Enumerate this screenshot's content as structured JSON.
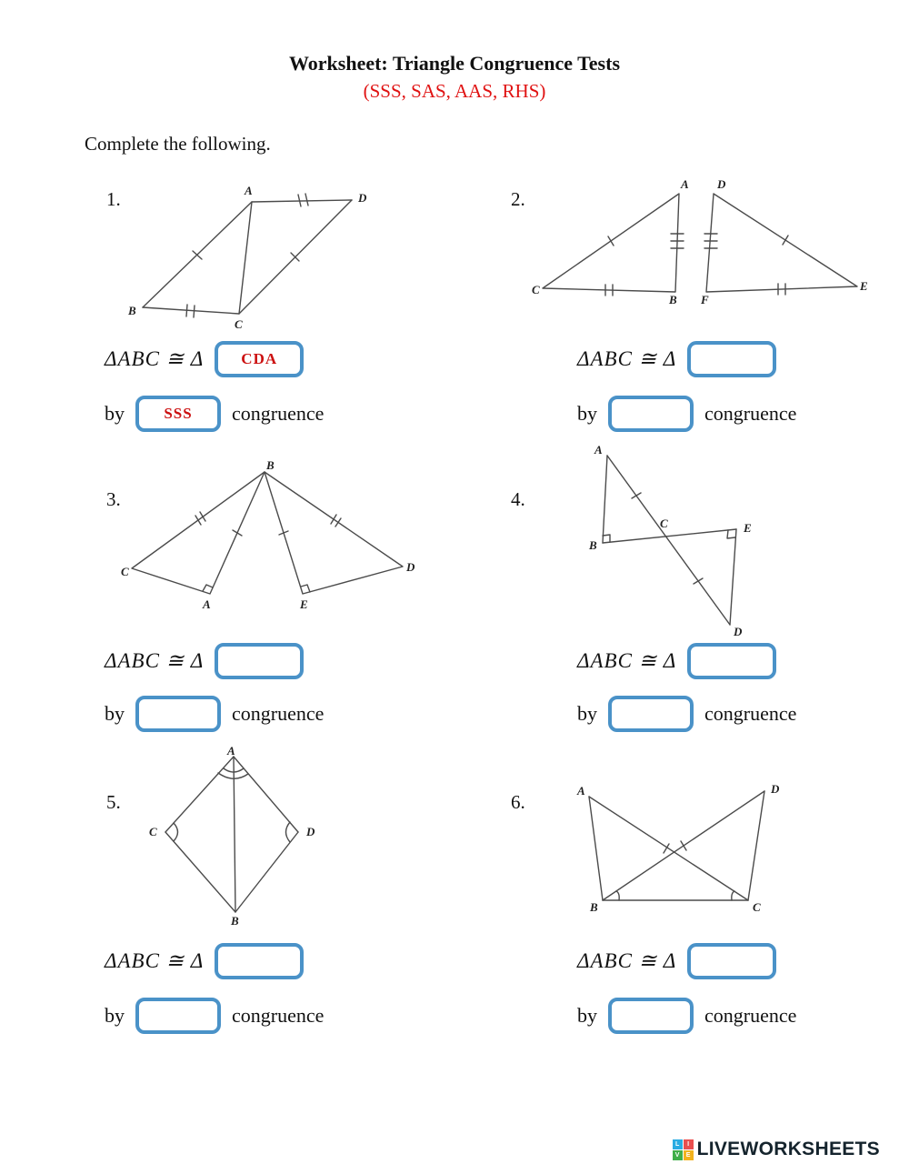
{
  "header": {
    "title": "Worksheet: Triangle Congruence Tests",
    "subtitle": "(SSS, SAS, AAS, RHS)",
    "instruction": "Complete the following."
  },
  "problems": [
    {
      "number": "1.",
      "statement": "ΔABC ≅ Δ",
      "answer": "CDA",
      "method": "SSS",
      "by": "by",
      "congruence": "congruence",
      "vertices": {
        "A": "A",
        "B": "B",
        "C": "C",
        "D": "D"
      }
    },
    {
      "number": "2.",
      "statement": "ΔABC ≅ Δ",
      "answer": "",
      "method": "",
      "by": "by",
      "congruence": "congruence",
      "vertices": {
        "A": "A",
        "B": "B",
        "C": "C",
        "D": "D",
        "E": "E",
        "F": "F"
      }
    },
    {
      "number": "3.",
      "statement": "ΔABC ≅ Δ",
      "answer": "",
      "method": "",
      "by": "by",
      "congruence": "congruence",
      "vertices": {
        "A": "A",
        "B": "B",
        "C": "C",
        "D": "D",
        "E": "E"
      }
    },
    {
      "number": "4.",
      "statement": "ΔABC ≅ Δ",
      "answer": "",
      "method": "",
      "by": "by",
      "congruence": "congruence",
      "vertices": {
        "A": "A",
        "B": "B",
        "C": "C",
        "D": "D",
        "E": "E"
      }
    },
    {
      "number": "5.",
      "statement": "ΔABC ≅ Δ",
      "answer": "",
      "method": "",
      "by": "by",
      "congruence": "congruence",
      "vertices": {
        "A": "A",
        "B": "B",
        "C": "C",
        "D": "D"
      }
    },
    {
      "number": "6.",
      "statement": "ΔABC ≅ Δ",
      "answer": "",
      "method": "",
      "by": "by",
      "congruence": "congruence",
      "vertices": {
        "A": "A",
        "B": "B",
        "C": "C",
        "D": "D"
      }
    }
  ],
  "colors": {
    "box_border": "#4a92c8",
    "answer_text": "#cc1111",
    "subtitle_red": "#e01212",
    "logo_blue": "#2bace2",
    "logo_red": "#e94f4f",
    "logo_green": "#3fae49",
    "logo_yellow": "#f2b21d"
  },
  "footer": {
    "brand": "LIVEWORKSHEETS",
    "logo_letters": [
      "L",
      "I",
      "V",
      "E"
    ]
  }
}
